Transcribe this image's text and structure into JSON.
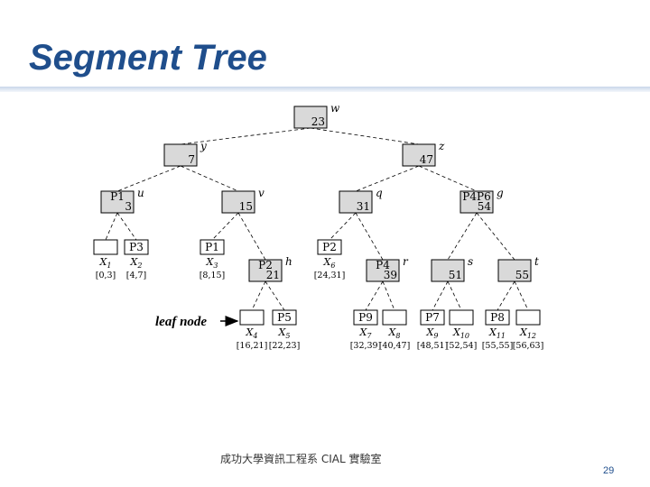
{
  "title": "Segment Tree",
  "nodes": [
    {
      "id": "root",
      "value": "23",
      "tag": "w"
    },
    {
      "id": "n7",
      "value": "7",
      "tag": "y"
    },
    {
      "id": "n47",
      "value": "47",
      "tag": "z"
    },
    {
      "id": "u",
      "value": "3",
      "tag": "u",
      "seg": "P1"
    },
    {
      "id": "v",
      "value": "15",
      "tag": "v"
    },
    {
      "id": "q",
      "value": "31",
      "tag": "q"
    },
    {
      "id": "g",
      "value": "54",
      "tag": "g",
      "seg": "P4P6"
    },
    {
      "id": "l1",
      "seg": "",
      "x": "X",
      "sub": "1",
      "range": "[0,3]"
    },
    {
      "id": "l2",
      "seg": "P3",
      "x": "X",
      "sub": "2",
      "range": "[4,7]"
    },
    {
      "id": "l3",
      "seg": "P1",
      "x": "X",
      "sub": "3",
      "range": "[8,15]"
    },
    {
      "id": "h",
      "value": "21",
      "tag": "h",
      "seg": "P2"
    },
    {
      "id": "l6",
      "seg": "P2",
      "x": "X",
      "sub": "6",
      "range": "[24,31]"
    },
    {
      "id": "r",
      "value": "39",
      "tag": "r",
      "seg": "P4"
    },
    {
      "id": "s",
      "value": "51",
      "tag": "s"
    },
    {
      "id": "t",
      "value": "55",
      "tag": "t"
    },
    {
      "id": "l4",
      "seg": "",
      "x": "X",
      "sub": "4",
      "range": "[16,21]"
    },
    {
      "id": "l5",
      "seg": "P5",
      "x": "X",
      "sub": "5",
      "range": "[22,23]"
    },
    {
      "id": "l7",
      "seg": "P9",
      "x": "X",
      "sub": "7",
      "range": "[32,39]"
    },
    {
      "id": "l8",
      "seg": "",
      "x": "X",
      "sub": "8",
      "range": "[40,47]"
    },
    {
      "id": "l9",
      "seg": "P7",
      "x": "X",
      "sub": "9",
      "range": "[48,51]"
    },
    {
      "id": "l10",
      "seg": "",
      "x": "X",
      "sub": "10",
      "range": "[52,54]"
    },
    {
      "id": "l11",
      "seg": "P8",
      "x": "X",
      "sub": "11",
      "range": "[55,55]"
    },
    {
      "id": "l12",
      "seg": "",
      "x": "X",
      "sub": "12",
      "range": "[56,63]"
    }
  ],
  "edges": [
    [
      "root",
      "n7"
    ],
    [
      "root",
      "n47"
    ],
    [
      "n7",
      "u"
    ],
    [
      "n7",
      "v"
    ],
    [
      "n47",
      "q"
    ],
    [
      "n47",
      "g"
    ],
    [
      "u",
      "l1"
    ],
    [
      "u",
      "l2"
    ],
    [
      "v",
      "l3"
    ],
    [
      "v",
      "h"
    ],
    [
      "q",
      "l6"
    ],
    [
      "q",
      "r"
    ],
    [
      "g",
      "s"
    ],
    [
      "g",
      "t"
    ],
    [
      "h",
      "l4"
    ],
    [
      "h",
      "l5"
    ],
    [
      "r",
      "l7"
    ],
    [
      "r",
      "l8"
    ],
    [
      "s",
      "l9"
    ],
    [
      "s",
      "l10"
    ],
    [
      "t",
      "l11"
    ],
    [
      "t",
      "l12"
    ]
  ],
  "leaf_label": "leaf node",
  "footer": "成功大學資訊工程系 CIAL 實驗室",
  "page_number": "29"
}
